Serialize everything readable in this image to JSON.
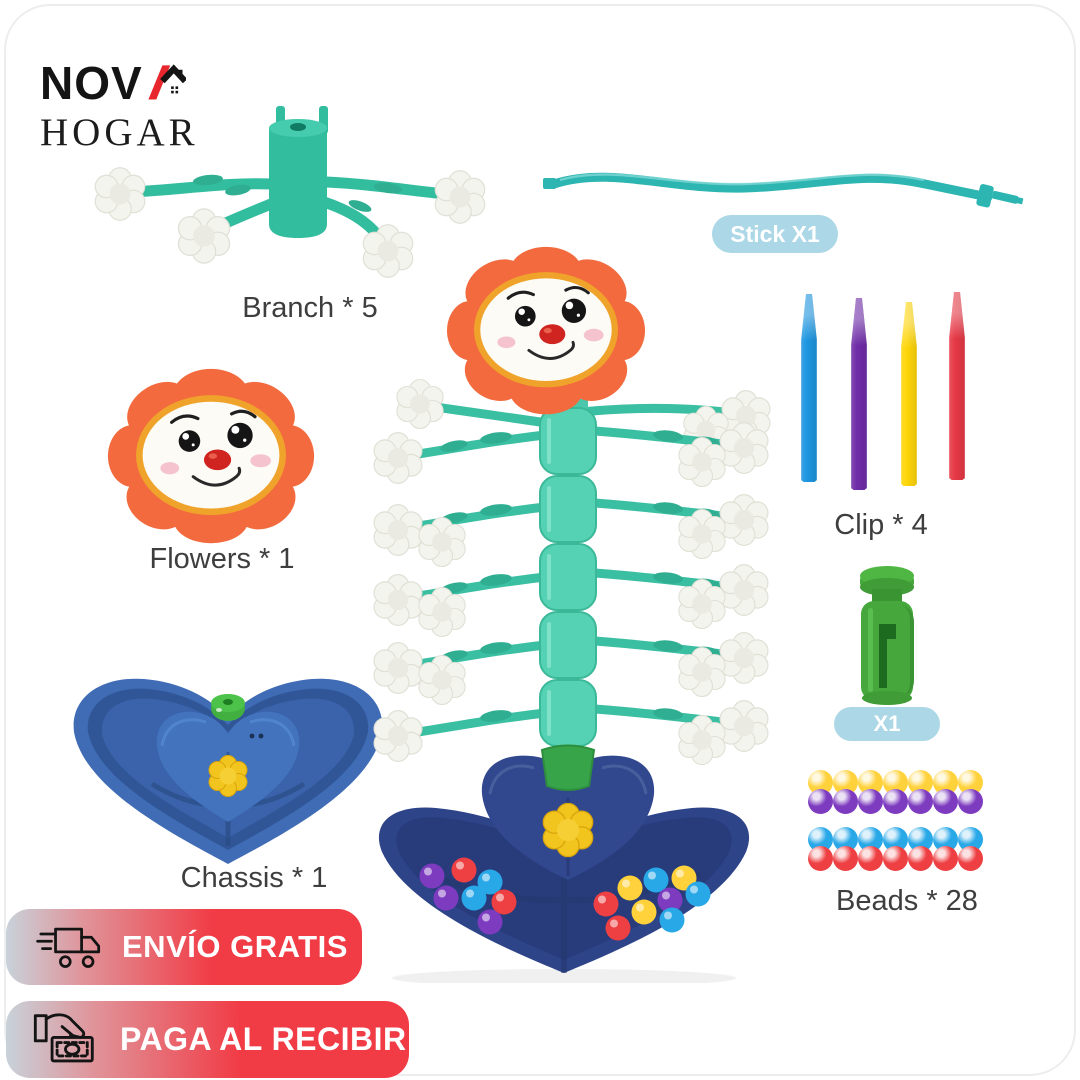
{
  "brand": {
    "name_main": "NOV",
    "name_sub": "HOGAR"
  },
  "labels": {
    "branch": "Branch * 5",
    "stick_badge": "Stick X1",
    "flowers": "Flowers * 1",
    "clip": "Clip * 4",
    "lock_badge": "X1",
    "chassis": "Chassis * 1",
    "beads": "Beads * 28"
  },
  "banners": {
    "shipping": "ENVÍO GRATIS",
    "cod": "PAGA AL RECIBIR"
  },
  "clips": {
    "colors": [
      "#1e96e0",
      "#6f2da8",
      "#ffd60a",
      "#e63946"
    ]
  },
  "beads_grid": {
    "rows": [
      {
        "color": "#ffd23c",
        "count": 7
      },
      {
        "color": "#7d3bbf",
        "count": 7
      },
      {
        "color": "#29a8e8",
        "count": 7
      },
      {
        "color": "#ee3f42",
        "count": 7
      }
    ]
  },
  "colors": {
    "accent-red": "#f13c46",
    "banner-start": "#c8d2da",
    "badge-blue": "#abd7e6",
    "label-gray": "#3e3e3e",
    "logo-red": "#e8262d"
  }
}
